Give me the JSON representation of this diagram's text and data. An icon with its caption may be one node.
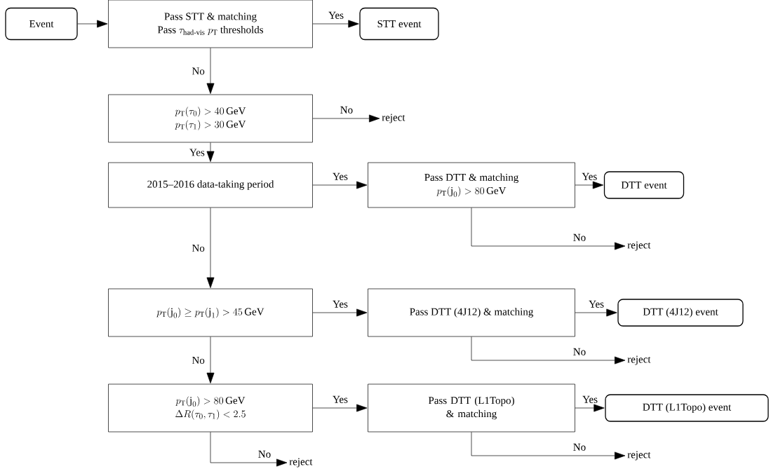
{
  "diagram": {
    "nodes": [
      {
        "text": [
          "Event"
        ]
      },
      {
        "text": [
          "Pass STT & matching",
          "\\text{Pass }\\tau_{\\text{had-vis}}\\ p_{\\text{T}}\\text{ thresholds}"
        ]
      },
      {
        "text": [
          "STT event"
        ]
      },
      {
        "text": [
          "p_{\\text{T}}(\\tau_0) > 40\\,\\text{GeV}",
          "p_{\\text{T}}(\\tau_1) > 30\\,\\text{GeV}"
        ]
      },
      {
        "text": [
          "reject"
        ]
      },
      {
        "text": [
          "2015–2016 data-taking period"
        ]
      },
      {
        "text": [
          "Pass DTT & matching",
          "p_{\\text{T}}(\\text{j}_0) > 80\\,\\text{GeV}"
        ]
      },
      {
        "text": [
          "DTT event"
        ]
      },
      {
        "text": [
          "reject"
        ]
      },
      {
        "text": [
          "p_{\\text{T}}(\\text{j}_0) \\geq p_{\\text{T}}(\\text{j}_1) > 45\\,\\text{GeV}"
        ]
      },
      {
        "text": [
          "Pass DTT (4J12) & matching"
        ]
      },
      {
        "text": [
          "DTT (4J12) event"
        ]
      },
      {
        "text": [
          "reject"
        ]
      },
      {
        "text": [
          "p_{\\text{T}}(\\text{j}_0) > 80\\,\\text{GeV}",
          "\\Delta R(\\tau_0, \\tau_1) < 2.5"
        ]
      },
      {
        "text": [
          "Pass DTT (L1Topo) & matching"
        ]
      },
      {
        "text": [
          "DTT (L1Topo) event"
        ]
      },
      {
        "text": [
          "reject"
        ]
      },
      {
        "text": [
          "reject"
        ]
      }
    ],
    "edges": [
      {
        "from": 0,
        "to": 1,
        "arrow": "to"
      },
      {
        "from": 1,
        "to": 2,
        "arrow": "to",
        "label": "Yes"
      },
      {
        "from": 1,
        "to": 3,
        "arrow": "to",
        "label": "No"
      },
      {
        "from": 3,
        "to": 4,
        "arrow": "to",
        "label": "No"
      },
      {
        "from": 3,
        "to": 5,
        "arrow": "to",
        "label": "Yes"
      },
      {
        "from": 5,
        "to": 6,
        "arrow": "to",
        "label": "Yes"
      },
      {
        "from": 6,
        "to": 7,
        "arrow": "to",
        "label": "Yes"
      },
      {
        "from": 6,
        "to": 8,
        "arrow": "to",
        "label": "No"
      },
      {
        "from": 5,
        "to": 9,
        "arrow": "to",
        "label": "No"
      },
      {
        "from": 9,
        "to": 10,
        "arrow": "to",
        "label": "Yes"
      },
      {
        "from": 10,
        "to": 11,
        "arrow": "to",
        "label": "Yes"
      },
      {
        "from": 10,
        "to": 12,
        "arrow": "to",
        "label": "No"
      },
      {
        "from": 9,
        "to": 13,
        "arrow": "to",
        "label": "No"
      },
      {
        "from": 13,
        "to": 14,
        "arrow": "to",
        "label": "Yes"
      },
      {
        "from": 14,
        "to": 15,
        "arrow": "to",
        "label": "Yes"
      },
      {
        "from": 14,
        "to": 16,
        "arrow": "to",
        "label": "No"
      },
      {
        "from": 13,
        "to": 17,
        "arrow": "to",
        "label": "No"
      }
    ]
  }
}
